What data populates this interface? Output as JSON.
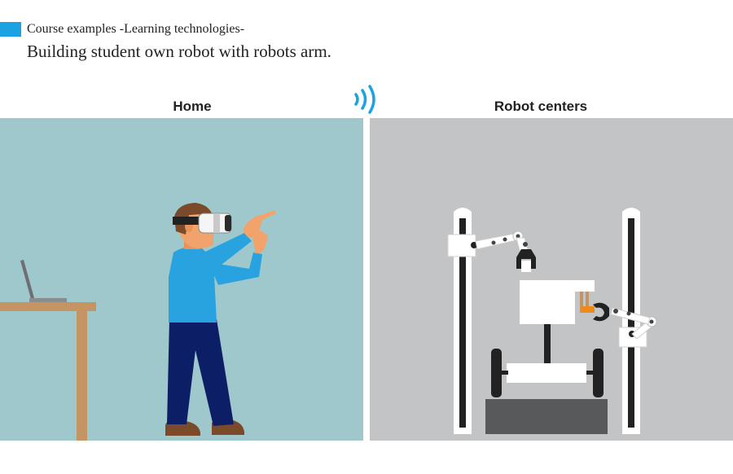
{
  "header": {
    "subtitle": "Course examples -Learning technologies-",
    "title": "Building student own robot with robots arm."
  },
  "panels": {
    "home": {
      "label": "Home"
    },
    "robot_centers": {
      "label": "Robot centers"
    }
  },
  "colors": {
    "accent": "#1ba2e2",
    "home_background": "#9ec8cb",
    "robot_background": "#c3c4c6",
    "shirt": "#29a3df",
    "pants": "#0c1f66",
    "wood": "#c49463",
    "hair": "#7a4a2a",
    "gripper_orange": "#ef8a1a"
  },
  "icons": {
    "wireless": "wifi-signal-icon"
  }
}
